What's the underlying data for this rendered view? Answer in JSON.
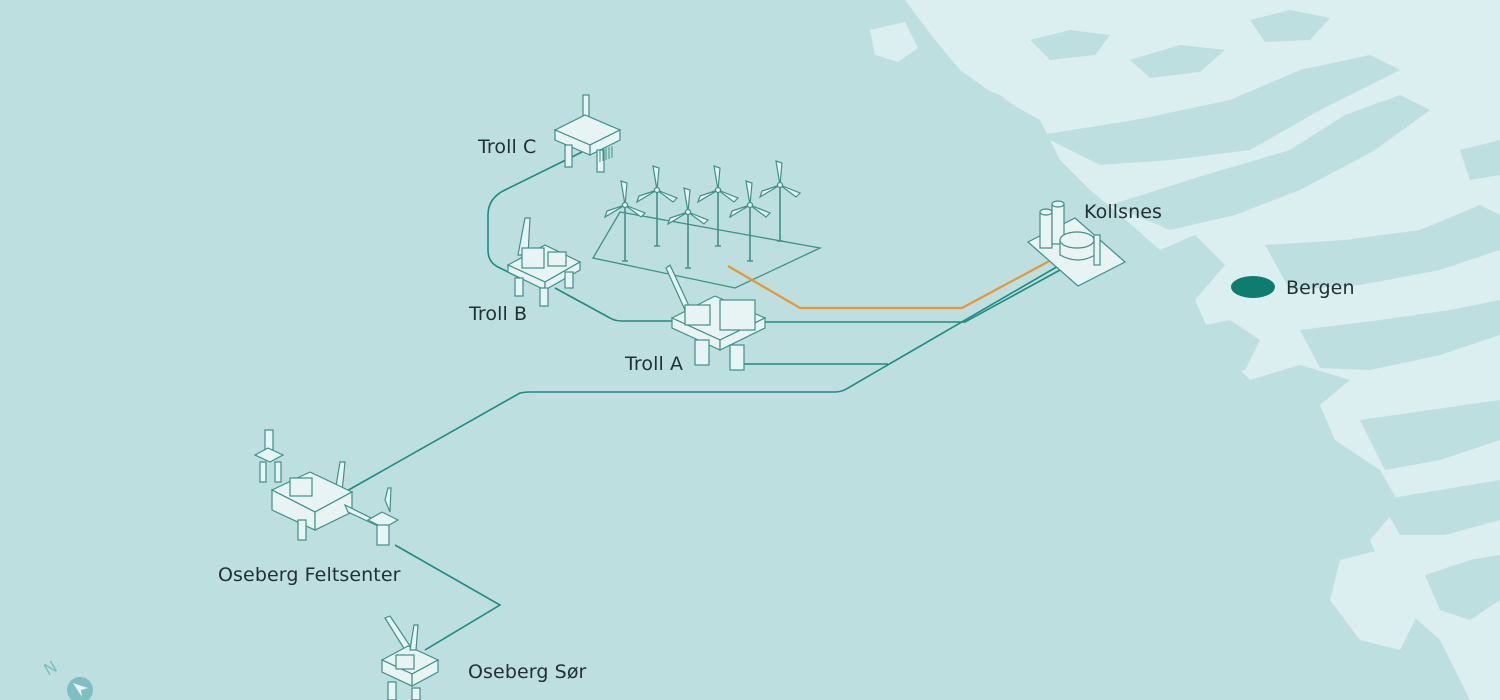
{
  "map": {
    "labels": {
      "troll_c": "Troll C",
      "troll_b": "Troll B",
      "troll_a": "Troll A",
      "kollsnes": "Kollsnes",
      "bergen": "Bergen",
      "oseberg_feltsenter": "Oseberg Feltsenter",
      "oseberg_sor": "Oseberg Sør"
    },
    "compass": {
      "glyph": "N",
      "icon": "compass-icon"
    },
    "colors": {
      "sea": "#bddfe0",
      "land": "#dbeef0",
      "pipeline": "#1f8b80",
      "power_cable": "#e4983a",
      "city_marker": "#0f7c70",
      "platform_fill": "#e7f4f3",
      "platform_stroke": "#3e9188"
    },
    "icons": {
      "wind_turbine": "wind-turbine-icon",
      "platform": "oil-platform-icon",
      "gas_terminal": "gas-terminal-icon",
      "city": "city-marker-icon"
    }
  }
}
